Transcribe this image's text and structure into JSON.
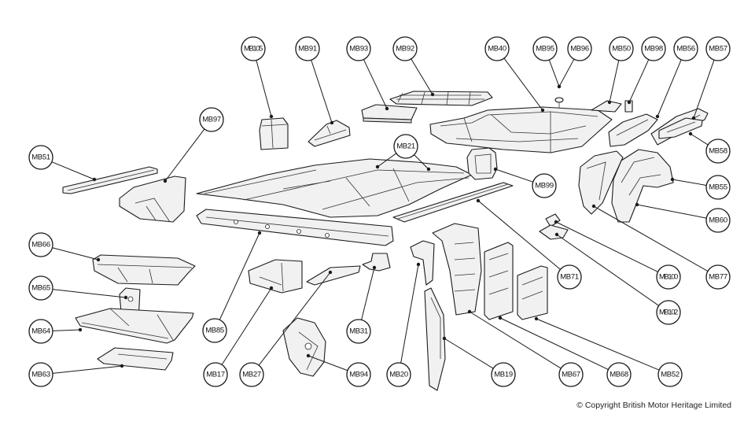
{
  "labels": [
    "MB105",
    "MB91",
    "MB93",
    "MB92",
    "MB40",
    "MB95",
    "MB96",
    "MB50",
    "MB98",
    "MB56",
    "MB57",
    "MB97",
    "MB51",
    "MB21",
    "MB99",
    "MB58",
    "MB55",
    "MB60",
    "MB66",
    "MB65",
    "MB64",
    "MB63",
    "MB85",
    "MB17",
    "MB27",
    "MB31",
    "MB94",
    "MB20",
    "MB19",
    "MB67",
    "MB68",
    "MB52",
    "MB71",
    "MB100",
    "MB77",
    "MB102"
  ],
  "copyright": "© Copyright British Motor Heritage Limited"
}
